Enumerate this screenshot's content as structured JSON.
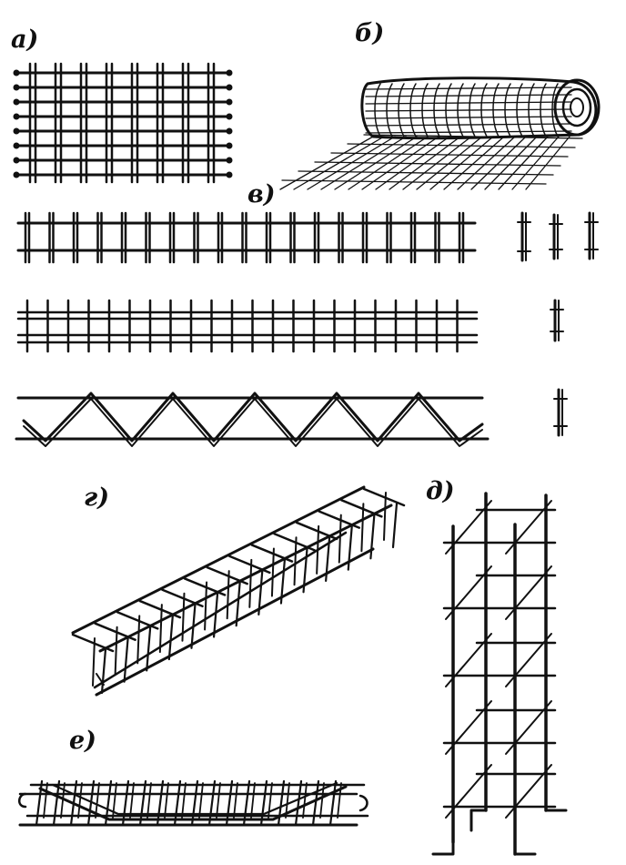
{
  "labels": {
    "a": "а)",
    "b": "б)",
    "v": "в)",
    "g": "г)",
    "d": "д)",
    "e": "е)"
  },
  "colors": {
    "ink": "#111111",
    "paper": "#ffffff"
  }
}
